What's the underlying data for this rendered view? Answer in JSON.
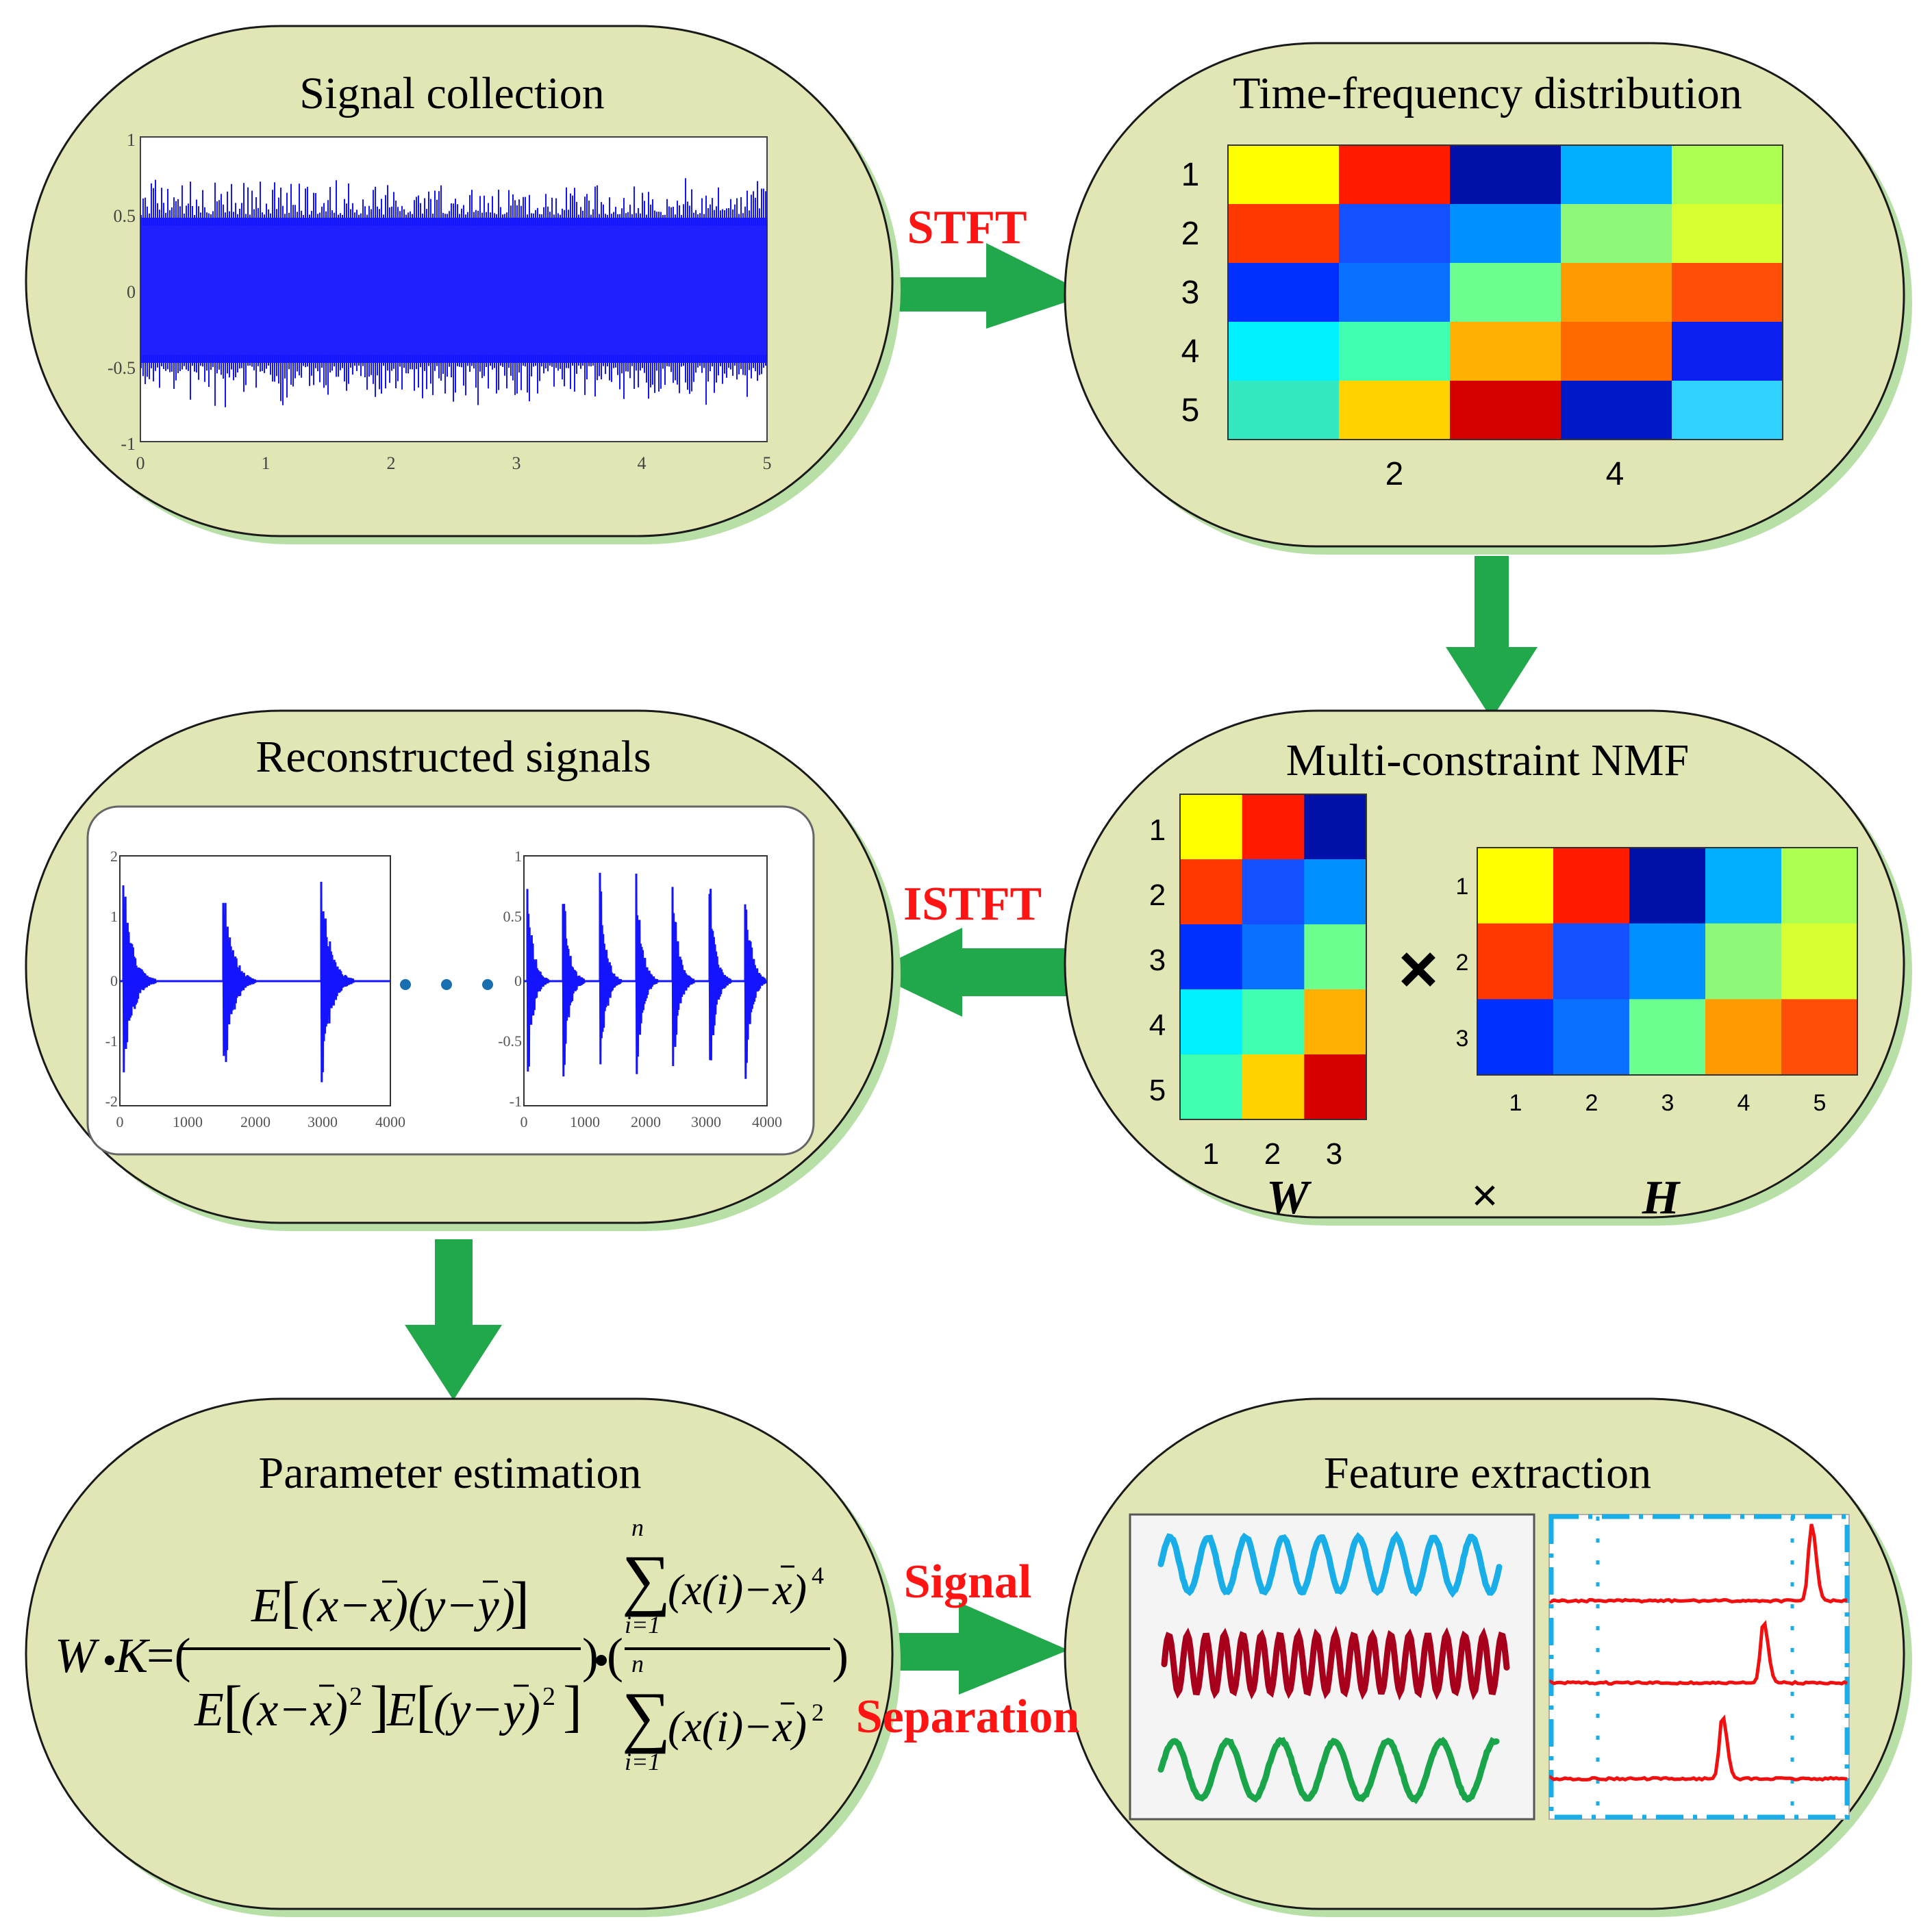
{
  "panels": {
    "signal_collection": {
      "title": "Signal collection",
      "y_ticks": [
        "1",
        "0.5",
        "0",
        "-0.5",
        "-1"
      ],
      "x_ticks": [
        "0",
        "1",
        "2",
        "3",
        "4",
        "5"
      ]
    },
    "time_frequency": {
      "title": "Time-frequency distribution",
      "row_labels": [
        "1",
        "2",
        "3",
        "4",
        "5"
      ],
      "col_labels": [
        "2",
        "4"
      ]
    },
    "nmf": {
      "title": "Multi-constraint NMF",
      "w_rows": [
        "1",
        "2",
        "3",
        "4",
        "5"
      ],
      "w_cols": [
        "1",
        "2",
        "3"
      ],
      "h_rows": [
        "1",
        "2",
        "3"
      ],
      "h_cols": [
        "1",
        "2",
        "3",
        "4",
        "5"
      ],
      "times_symbol": "×",
      "w_label": "W",
      "h_label": "H"
    },
    "reconstructed": {
      "title": "Reconstructed signals",
      "left_y_ticks": [
        "2",
        "1",
        "0",
        "-1",
        "-2"
      ],
      "left_x_ticks": [
        "0",
        "1000",
        "2000",
        "3000",
        "4000"
      ],
      "right_y_ticks": [
        "1",
        "0.5",
        "0",
        "-0.5",
        "-1"
      ],
      "right_x_ticks": [
        "0",
        "1000",
        "2000",
        "3000",
        "4000"
      ]
    },
    "parameter_estimation": {
      "title": "Parameter estimation"
    },
    "feature_extraction": {
      "title": "Feature extraction"
    }
  },
  "arrows": {
    "stft": "STFT",
    "istft": "ISTFT",
    "separation_line1": "Signal",
    "separation_line2": "Separation"
  },
  "colors": {
    "panel_fill": "#e2e6b4",
    "panel_shadow": "#b8e0a6",
    "arrow_green": "#21a84a",
    "label_red": "#ff1414",
    "signal_blue": "#1414ff"
  },
  "heatmap_colors": {
    "tf": [
      [
        "#ffff00",
        "#ff1a00",
        "#0010a8",
        "#00b0ff",
        "#aaff50"
      ],
      [
        "#ff3800",
        "#1450ff",
        "#0090ff",
        "#90f878",
        "#d8ff30"
      ],
      [
        "#0030ff",
        "#0a70ff",
        "#6cff90",
        "#ff9a00",
        "#ff4e08"
      ],
      [
        "#00f0ff",
        "#40ffb0",
        "#ffb000",
        "#ff6a00",
        "#0a20f0"
      ],
      [
        "#34e8c0",
        "#ffd200",
        "#d60000",
        "#0018c8",
        "#30d0ff"
      ]
    ],
    "w": [
      [
        "#ffff00",
        "#ff1a00",
        "#0010a8"
      ],
      [
        "#ff3800",
        "#1450ff",
        "#0090ff"
      ],
      [
        "#0030ff",
        "#0a70ff",
        "#6cff90"
      ],
      [
        "#00f0ff",
        "#40ffb0",
        "#ffb000"
      ],
      [
        "#40ffb0",
        "#ffd200",
        "#d60000"
      ]
    ],
    "h": [
      [
        "#ffff00",
        "#ff1a00",
        "#0010a8",
        "#00b0ff",
        "#aaff50"
      ],
      [
        "#ff3800",
        "#1450ff",
        "#0090ff",
        "#90f878",
        "#d8ff30"
      ],
      [
        "#0030ff",
        "#0a70ff",
        "#6cff90",
        "#ff9a00",
        "#ff4e08"
      ]
    ]
  }
}
